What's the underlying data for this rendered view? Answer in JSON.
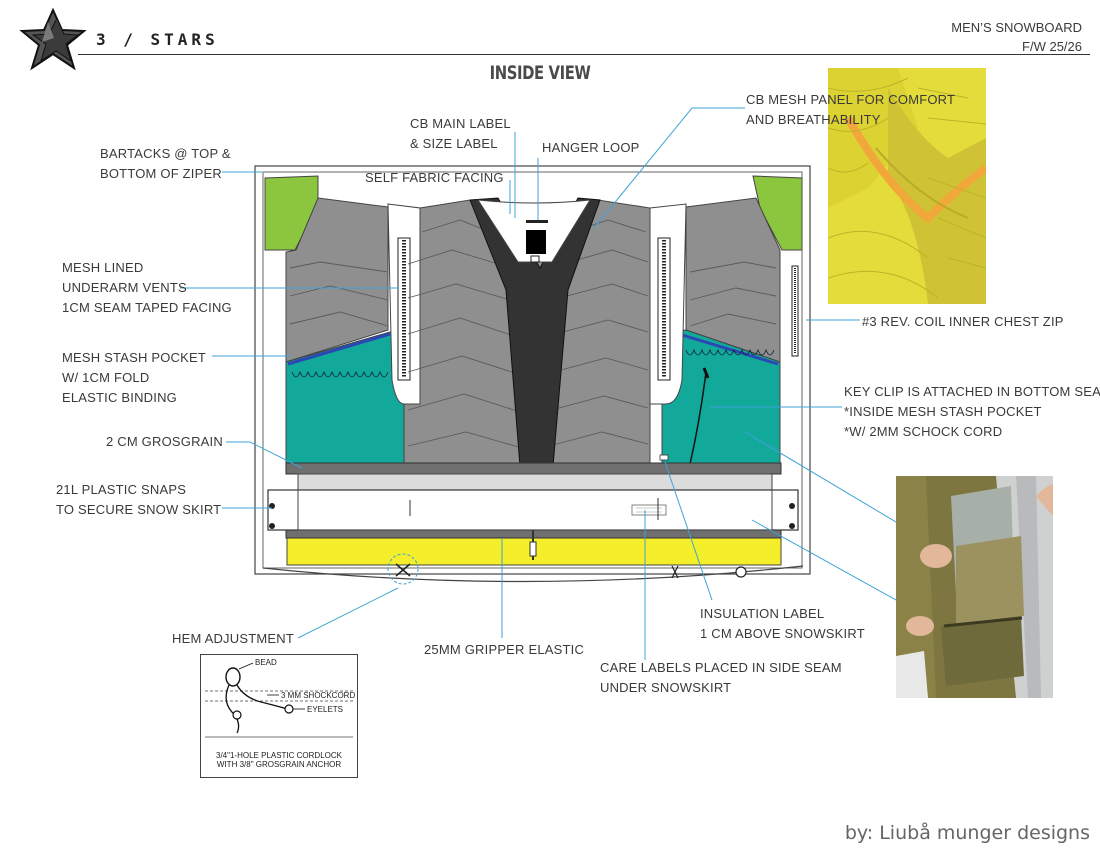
{
  "header": {
    "brand": "3 / STARS",
    "collection_line1": "MEN’S SNOWBOARD",
    "collection_line2": "F/W 25/26",
    "title": "INSIDE VIEW"
  },
  "callouts": {
    "bartacks": [
      "BARTACKS @ TOP &",
      "BOTTOM OF ZIPER"
    ],
    "main_label": [
      "CB MAIN LABEL",
      "& SIZE LABEL"
    ],
    "hanger_loop": "HANGER LOOP",
    "self_fabric": "SELF FABRIC FACING",
    "mesh_panel": [
      "CB MESH PANEL FOR COMFORT",
      "AND BREATHABILITY"
    ],
    "vents": [
      "MESH LINED",
      "UNDERARM VENTS",
      "1CM SEAM TAPED FACING"
    ],
    "chest_zip": "#3 REV. COIL INNER CHEST ZIP",
    "stash_pocket": [
      "MESH STASH POCKET",
      "W/ 1CM FOLD",
      "ELASTIC BINDING"
    ],
    "key_clip": [
      "KEY CLIP IS ATTACHED IN BOTTOM SEAM",
      "*INSIDE MESH STASH POCKET",
      "*W/ 2MM SCHOCK CORD"
    ],
    "grosgrain": "2 CM GROSGRAIN",
    "snaps": [
      "21L PLASTIC SNAPS",
      "TO SECURE SNOW SKIRT"
    ],
    "insulation_label": [
      "INSULATION LABEL",
      "1 CM ABOVE SNOWSKIRT"
    ],
    "hem_adjust": "HEM ADJUSTMENT",
    "gripper": "25MM GRIPPER ELASTIC",
    "care_labels": [
      "CARE LABELS PLACED IN SIDE SEAM",
      "UNDER SNOWSKIRT"
    ]
  },
  "inset": {
    "bead": "BEAD",
    "shockcord": "3 MM SHOCKCORD",
    "eyelets": "EYELETS",
    "caption_line1": "3/4\"1-HOLE PLASTIC CORDLOCK",
    "caption_line2": "WITH 3/8\" GROSGRAIN ANCHOR"
  },
  "footer": {
    "designer": "by: Liubå munger designs"
  },
  "colors": {
    "shell_gray": "#8f8f8f",
    "facing_dark": "#333333",
    "accent_green": "#8cc63f",
    "pocket_teal": "#12a89a",
    "skirt_yellow": "#f4ef2a",
    "leader_blue": "#3fa3d8"
  },
  "icons": {
    "logo": "star-logo-icon"
  }
}
